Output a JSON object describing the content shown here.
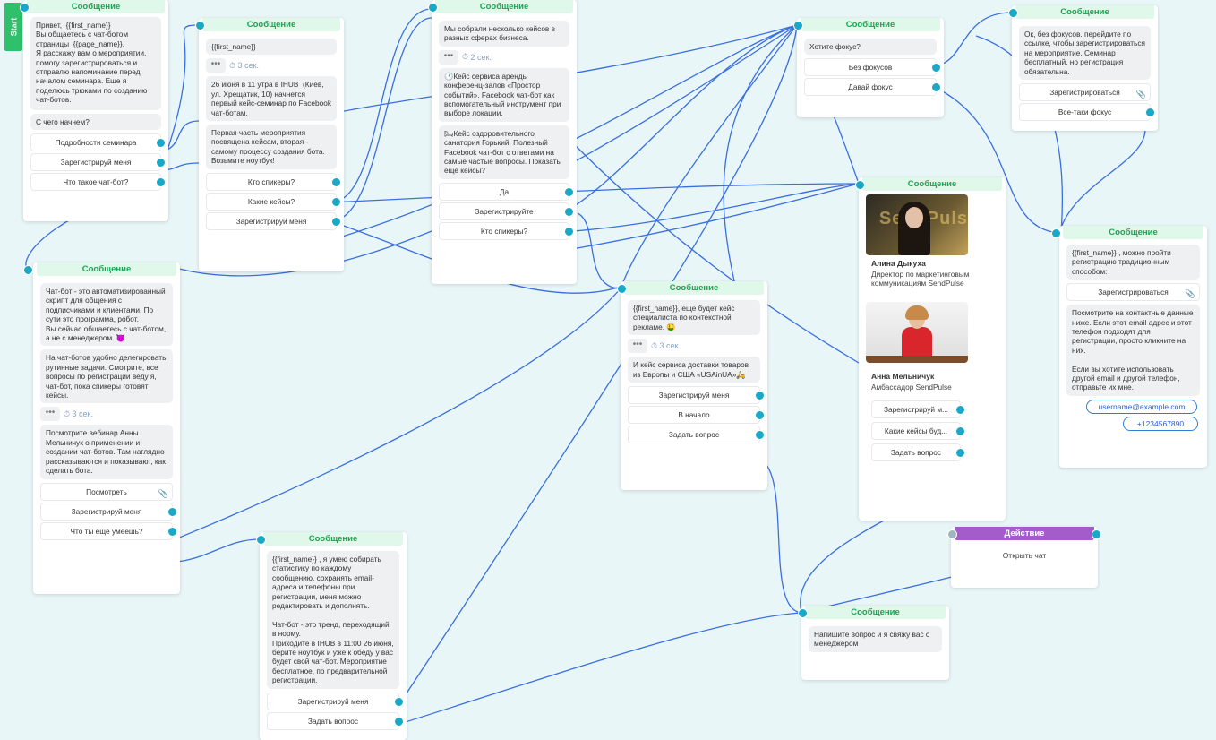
{
  "start": {
    "label": "Start"
  },
  "nodes": {
    "n1": {
      "title": "Сообщение",
      "bubbles": [
        "Привет,  {{first_name}}\nВы общаетесь с чат-ботом страницы  {{page_name}}.\nЯ расскажу вам о мероприятии, помогу зарегистрироваться и отправлю напоминание перед началом семинара. Еще я поделюсь трюками по созданию чат-ботов.",
        "С чего начнем?"
      ],
      "buttons": [
        "Подробности семинара",
        "Зарегистрируй меня",
        "Что такое чат-бот?"
      ]
    },
    "n2": {
      "title": "Сообщение",
      "bubbles": [
        "{{first_name}}",
        "26 июня в 11 утра в IHUB  (Киев, ул. Хрещатик, 10) начнется первый кейс-семинар по Facebook чат-ботам.",
        "Первая часть мероприятия посвящена кейсам, вторая - самому процессу создания бота. Возьмите ноутбук!"
      ],
      "delay": "3 сек.",
      "buttons": [
        "Кто спикеры?",
        "Какие кейсы?",
        "Зарегистрируй меня"
      ]
    },
    "n3": {
      "title": "Сообщение",
      "bubbles": [
        "Мы собрали несколько кейсов в разных сферах бизнеса.",
        "🕐Кейс сервиса аренды конференц-залов «Простор событий». Facebook чат-бот как вспомогательный инструмент при выборе локации.",
        "🛏Кейс оздоровительного санатория Горький. Полезный Facebook чат-бот с ответами на самые частые вопросы. Показать еще кейсы?"
      ],
      "delay": "2 сек.",
      "buttons": [
        "Да",
        "Зарегистрируйте",
        "Кто спикеры?"
      ]
    },
    "n4": {
      "title": "Сообщение",
      "bubbles": [
        "Хотите фокус?"
      ],
      "buttons": [
        "Без фокусов",
        "Давай фокус"
      ]
    },
    "n5": {
      "title": "Сообщение",
      "bubbles": [
        "Ок, без фокусов. перейдите по ссылке, чтобы зарегистрироваться на мероприятие. Семинар бесплатный, но регистрация обязательна."
      ],
      "buttons": [
        "Зарегистрироваться",
        "Все-таки фокус"
      ]
    },
    "n6": {
      "title": "Сообщение",
      "bubbles": [
        "Чат-бот - это автоматизированный скрипт для общения с подписчиками и клиентами. По сути это программа, робот.\nВы сейчас общаетесь с чат-ботом, а не с менеджером. 😈",
        "На чат-ботов удобно делегировать рутинные задачи. Смотрите, все вопросы по регистрации веду я, чат-бот, пока спикеры готовят кейсы.",
        "Посмотрите вебинар Анны Мельничук о применении и создании чат-ботов. Там наглядно рассказываются и показывают, как сделать бота."
      ],
      "delay": "3 сек.",
      "buttons": [
        "Посмотреть",
        "Зарегистрируй меня",
        "Что ты еще умеешь?"
      ]
    },
    "n7": {
      "title": "Сообщение",
      "bubbles": [
        "{{first_name}}, еще будет кейс специалиста по контекстной рекламе. 🤑",
        "И кейс сервиса доставки товаров из Европы и США «USAinUA»🛵"
      ],
      "delay": "3 сек.",
      "buttons": [
        "Зарегистрируй меня",
        "В начало",
        "Задать вопрос"
      ]
    },
    "n8": {
      "title": "Сообщение",
      "people": [
        {
          "name": "Алина Дыкуха",
          "role": "Директор по маркетинговым коммуникациям SendPulse",
          "photo_text": "SendPuls"
        },
        {
          "name": "Анна Мельничук",
          "role": "Амбассадор SendPulse"
        }
      ],
      "buttons": [
        "Зарегистрируй м...",
        "Какие кейсы буд...",
        "Задать вопрос"
      ]
    },
    "n9": {
      "title": "Сообщение",
      "bubbles": [
        "{{first_name}} , можно пройти регистрацию традиционным способом:",
        "Посмотрите на контактные данные ниже. Если этот email адрес и этот телефон подходят для регистрации, просто кликните на них.\n\nЕсли вы хотите использовать другой email и другой телефон, отправьте их мне."
      ],
      "buttons": [
        "Зарегистрироваться"
      ],
      "email": "username@example.com",
      "phone": "+1234567890"
    },
    "n10": {
      "title": "Сообщение",
      "bubbles": [
        "{{first_name}} , я умею собирать статистику по каждому сообщению, сохранять email-адреса и телефоны при регистрации, меня можно редактировать и дополнять.\n\nЧат-бот - это тренд, переходящий в норму.\nПриходите в IHUB в 11:00 26 июня, берите ноутбук и уже к обеду у вас будет свой чат-бот. Мероприятие бесплатное, по предварительной регистрации."
      ],
      "buttons": [
        "Зарегистрируй меня",
        "Задать вопрос"
      ]
    },
    "n11": {
      "title": "Действие",
      "text": "Открыть чат"
    },
    "n12": {
      "title": "Сообщение",
      "bubbles": [
        "Напишите вопрос и я свяжу вас с менеджером"
      ]
    }
  },
  "colors": {
    "canvas": "#e9f6f8",
    "header_bg": "#dff8ea",
    "header_text": "#1aa553",
    "action_header": "#a35cc9",
    "port": "#1aa8c7",
    "wire": "#3a6fe0"
  },
  "icons": {
    "delay": "timer-icon",
    "attach": "paperclip-icon",
    "typing": "typing-dots-icon"
  }
}
